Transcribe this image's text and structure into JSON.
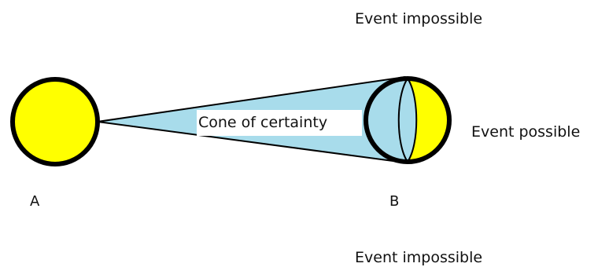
{
  "labels": {
    "event_impossible_top": "Event impossible",
    "event_possible": "Event  possible",
    "event_impossible_bottom": "Event  impossible",
    "cone": "Cone of certainty",
    "point_a": "A",
    "point_b": "B"
  },
  "colors": {
    "circle_fill": "#ffff00",
    "cone_fill": "#a8dceb",
    "outline": "#000000",
    "label_box": "#ffffff"
  }
}
